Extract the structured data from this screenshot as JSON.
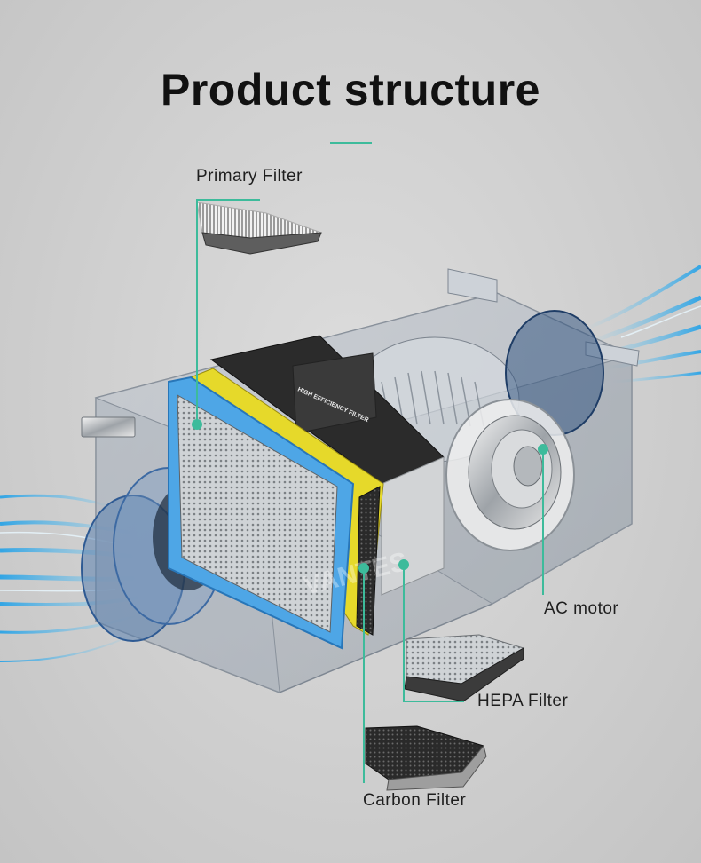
{
  "title": "Product structure",
  "accent_color": "#3dbb9b",
  "callouts": {
    "primary_filter": "Primary Filter",
    "ac_motor": "AC motor",
    "hepa_filter": "HEPA Filter",
    "carbon_filter": "Carbon Filter"
  },
  "product": {
    "cartridge_label": "HIGH EFFICIENCY FILTER",
    "brand_watermark": "VANTES"
  }
}
